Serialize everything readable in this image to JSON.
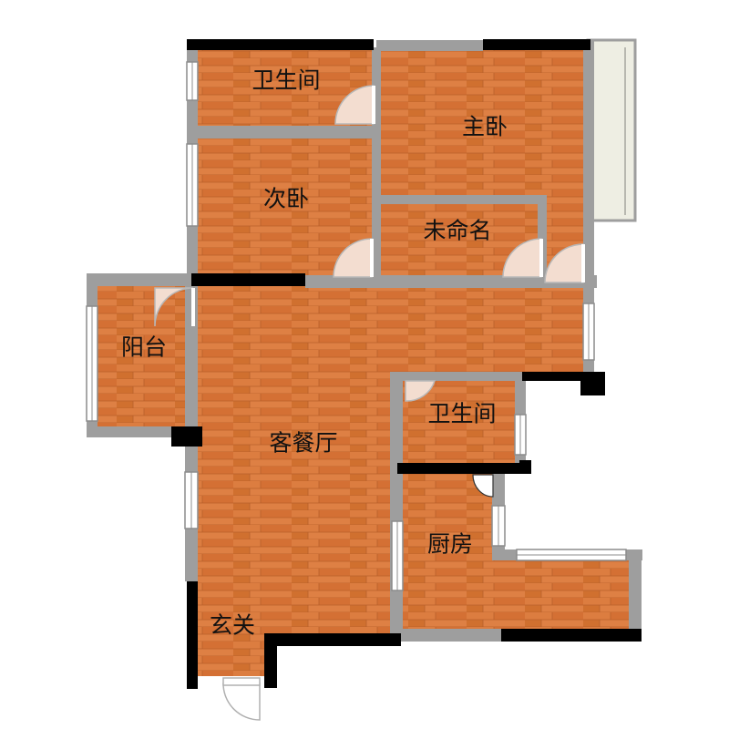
{
  "rooms": {
    "bathroom_top": {
      "label": "卫生间"
    },
    "master_bedroom": {
      "label": "主卧"
    },
    "second_bedroom": {
      "label": "次卧"
    },
    "unnamed": {
      "label": "未命名"
    },
    "balcony": {
      "label": "阳台"
    },
    "living_dining": {
      "label": "客餐厅"
    },
    "bathroom_mid": {
      "label": "卫生间"
    },
    "kitchen": {
      "label": "厨房"
    },
    "entrance": {
      "label": "玄关"
    }
  },
  "colors": {
    "floor": "#d9763a",
    "floor_plank_line": "#b85f2a",
    "wall_gray": "#9e9e9e",
    "wall_black": "#000000",
    "window_frame": "#8c8c8c",
    "window_glass": "#ffffff",
    "door_swing": "#f3ddd0",
    "exterior_balcony": "#eeeee3"
  }
}
